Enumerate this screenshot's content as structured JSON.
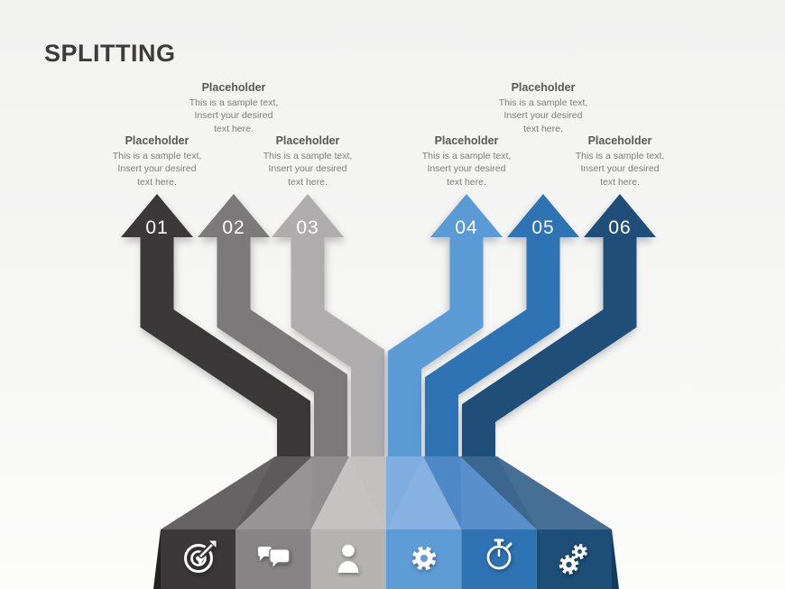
{
  "slide": {
    "title": "SPLITTING",
    "background_top": "#f2f2f1",
    "background_bottom": "#fcfcfb"
  },
  "items": [
    {
      "number": "01",
      "label": "Placeholder",
      "desc_line1": "This is a sample text,",
      "desc_line2": "Insert your desired",
      "desc_line3": "text here.",
      "arrow_color": "#3a3839",
      "funnel_color": "#5c5a5b",
      "panel_color": "#3a3839",
      "icon": "target-icon"
    },
    {
      "number": "02",
      "label": "Placeholder",
      "desc_line1": "This is a sample text,",
      "desc_line2": "Insert your desired",
      "desc_line3": "text here.",
      "arrow_color": "#7b797a",
      "funnel_color": "#908e8f",
      "panel_color": "#868485",
      "icon": "chat-icon"
    },
    {
      "number": "03",
      "label": "Placeholder",
      "desc_line1": "This is a sample text,",
      "desc_line2": "Insert your desired",
      "desc_line3": "text here.",
      "arrow_color": "#aeacad",
      "funnel_color": "#c2c0be",
      "panel_color": "#b5b3b1",
      "icon": "user-icon"
    },
    {
      "number": "04",
      "label": "Placeholder",
      "desc_line1": "This is a sample text,",
      "desc_line2": "Insert your desired",
      "desc_line3": "text here.",
      "arrow_color": "#5b9bd5",
      "funnel_color": "#7fade0",
      "panel_color": "#5e9cd7",
      "icon": "gear-icon"
    },
    {
      "number": "05",
      "label": "Placeholder",
      "desc_line1": "This is a sample text,",
      "desc_line2": "Insert your desired",
      "desc_line3": "text here.",
      "arrow_color": "#2e74b5",
      "funnel_color": "#4f88c7",
      "panel_color": "#2e73b4",
      "icon": "stopwatch-icon"
    },
    {
      "number": "06",
      "label": "Placeholder",
      "desc_line1": "This is a sample text,",
      "desc_line2": "Insert your desired",
      "desc_line3": "text here.",
      "arrow_color": "#1f4e79",
      "funnel_color": "#3a668f",
      "panel_color": "#1d4e77",
      "icon": "gears-icon"
    }
  ],
  "base": {
    "left_side_color": "#232122",
    "right_side_color": "#163a5c"
  }
}
